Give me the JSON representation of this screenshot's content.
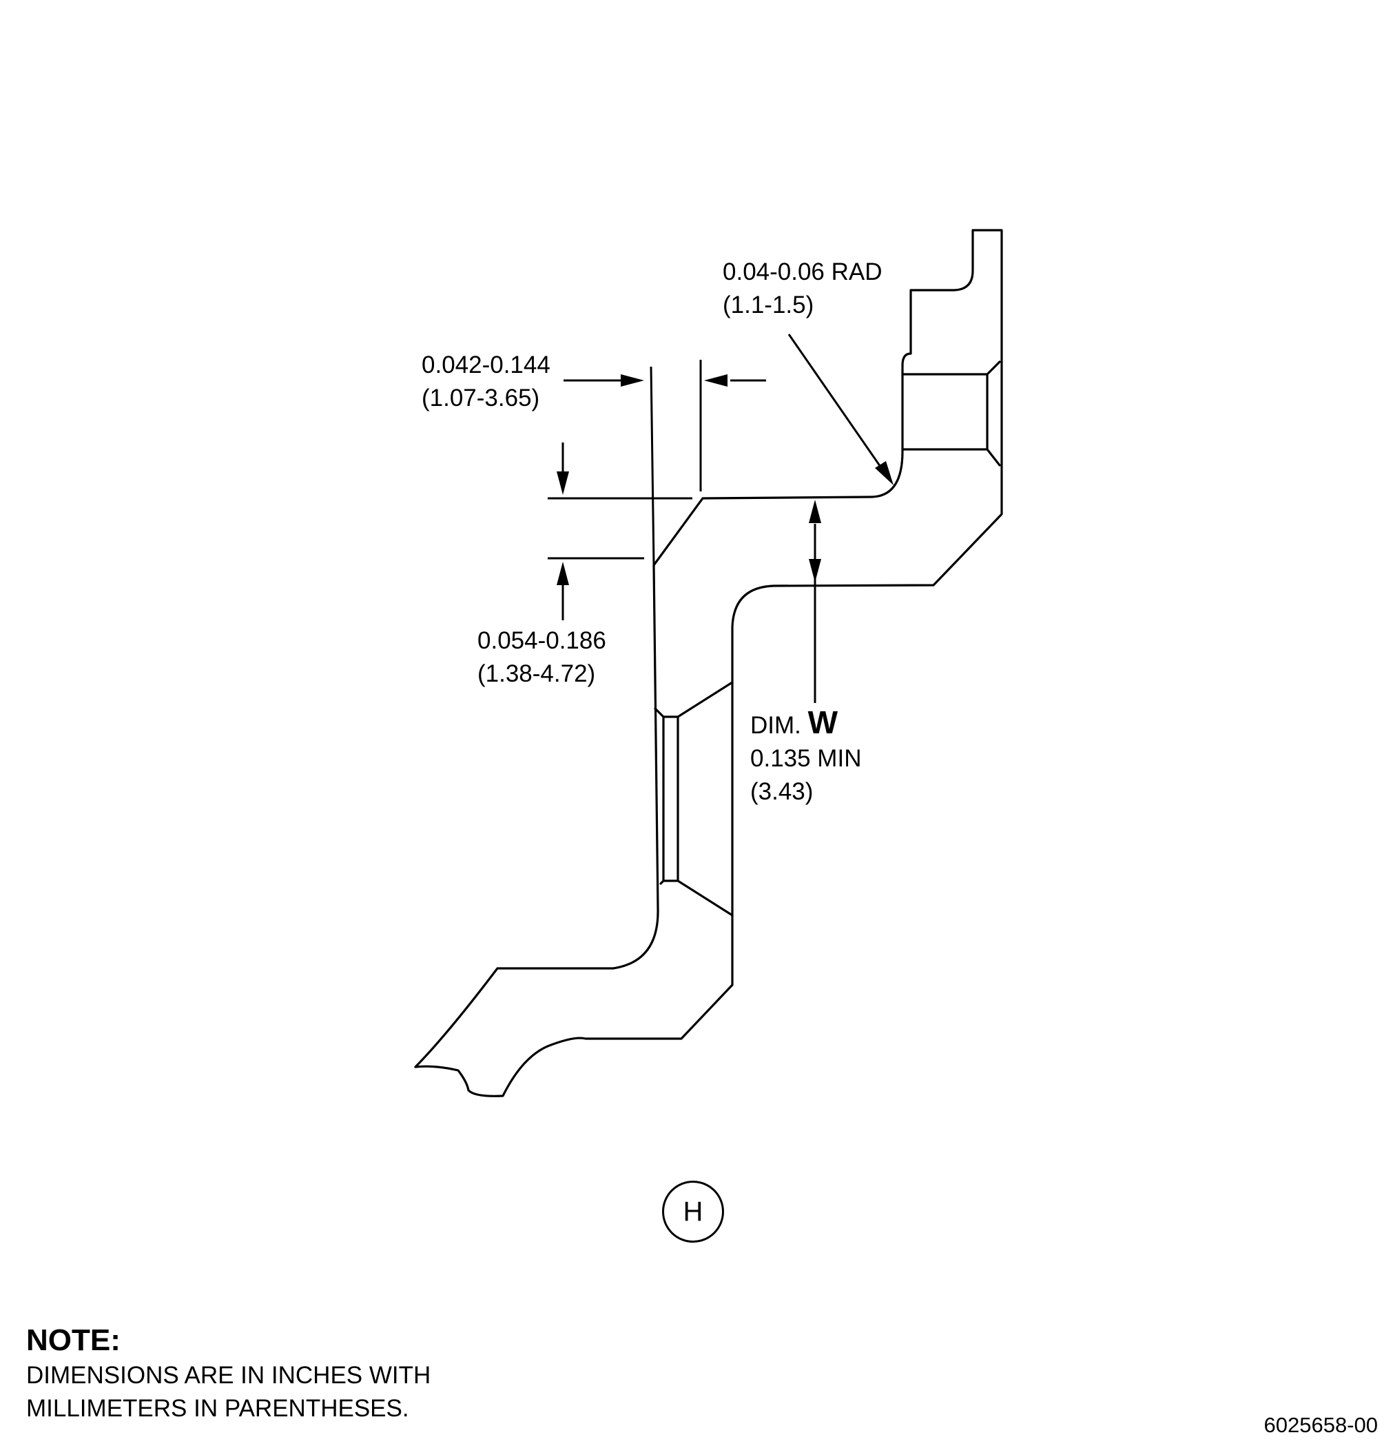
{
  "diagram": {
    "dimensions": {
      "chamfer_width": {
        "inches": "0.042-0.144",
        "mm": "(1.07-3.65)"
      },
      "chamfer_height": {
        "inches": "0.054-0.186",
        "mm": "(1.38-4.72)"
      },
      "radius": {
        "inches": "0.04-0.06 RAD",
        "mm": "(1.1-1.5)"
      },
      "dim_w": {
        "prefix": "DIM.",
        "key": "W",
        "inches": "0.135 MIN",
        "mm": "(3.43)"
      }
    },
    "view_label": "H"
  },
  "note": {
    "title": "NOTE:",
    "line1": "DIMENSIONS ARE IN INCHES WITH",
    "line2": "MILLIMETERS IN PARENTHESES."
  },
  "figure_id": "6025658-00"
}
